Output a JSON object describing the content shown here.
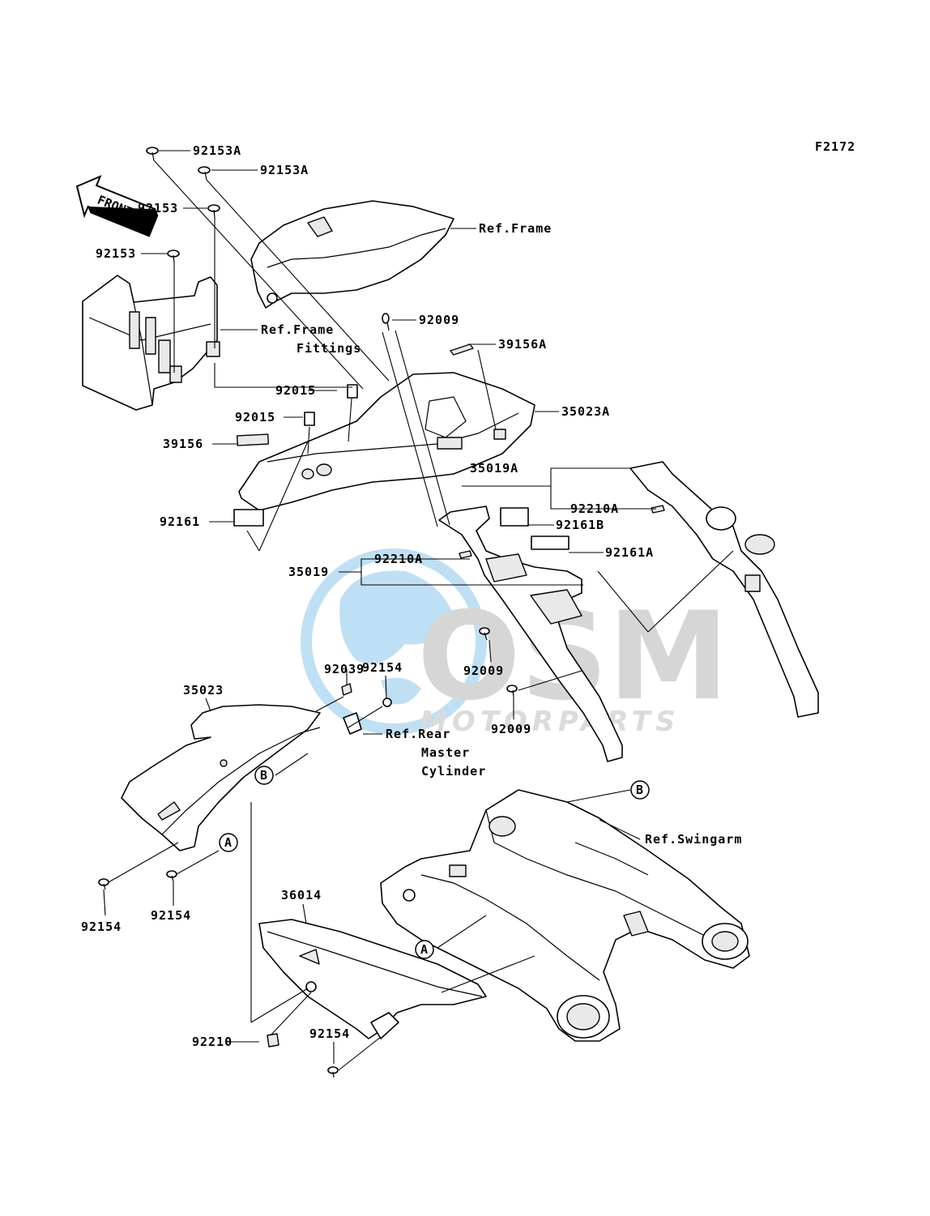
{
  "diagram_code": "F2172",
  "front_label": "FRONT",
  "watermark": {
    "brand": "OSM",
    "sub": "MOTORPARTS"
  },
  "labels": {
    "p92153A_1": "92153A",
    "p92153A_2": "92153A",
    "ref_frame": "Ref.Frame",
    "p92153_1": "92153",
    "p92153_2": "92153",
    "ref_frame_fittings_1": "Ref.Frame",
    "ref_frame_fittings_2": "Fittings",
    "p92009_1": "92009",
    "p39156A": "39156A",
    "p92015_1": "92015",
    "p92015_2": "92015",
    "p35023A": "35023A",
    "p39156": "39156",
    "p35019A": "35019A",
    "p92210A_1": "92210A",
    "p92161": "92161",
    "p92161B": "92161B",
    "p92210A_2": "92210A",
    "p92161A": "92161A",
    "p35019": "35019",
    "p92039": "92039",
    "p92154_1": "92154",
    "p92009_2": "92009",
    "p35023": "35023",
    "ref_rear_1": "Ref.Rear",
    "ref_rear_2": "Master",
    "ref_rear_3": "Cylinder",
    "p92009_3": "92009",
    "ref_swingarm": "Ref.Swingarm",
    "p92154_2": "92154",
    "p92154_3": "92154",
    "p36014": "36014",
    "p92210": "92210",
    "p92154_4": "92154",
    "mark_A_1": "A",
    "mark_A_2": "A",
    "mark_B_1": "B",
    "mark_B_2": "B"
  },
  "colors": {
    "line": "#000000",
    "watermark_blue": "#4aa6e0",
    "watermark_gray": "#9a9a9a"
  }
}
